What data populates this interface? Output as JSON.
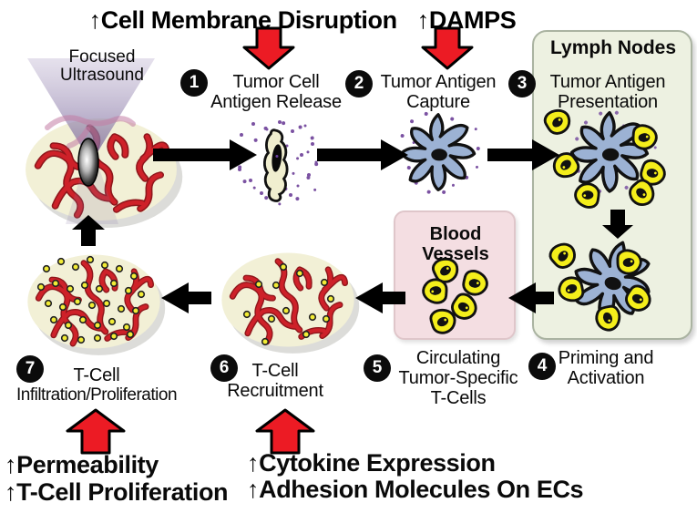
{
  "title": {
    "part1": "↑Cell Membrane Disruption",
    "part2": "↑DAMPS"
  },
  "fus": {
    "line1": "Focused",
    "line2": "Ultrasound"
  },
  "regions": {
    "lymph_nodes": "Lymph Nodes",
    "blood_line1": "Blood",
    "blood_line2": "Vessels"
  },
  "steps": [
    {
      "number": "1",
      "lines": [
        "Tumor Cell",
        "Antigen Release"
      ]
    },
    {
      "number": "2",
      "lines": [
        "Tumor Antigen",
        "Capture"
      ]
    },
    {
      "number": "3",
      "lines": [
        "Tumor Antigen",
        "Presentation"
      ]
    },
    {
      "number": "4",
      "lines": [
        "Priming and",
        "Activation"
      ]
    },
    {
      "number": "5",
      "lines": [
        "Circulating",
        "Tumor-Specific",
        "T-Cells"
      ]
    },
    {
      "number": "6",
      "lines": [
        "T-Cell",
        "Recruitment"
      ]
    },
    {
      "number": "7",
      "lines": [
        "T-Cell",
        "Infiltration/Proliferation"
      ]
    }
  ],
  "effects": {
    "bottom_left_line1": "↑Permeability",
    "bottom_left_line2": "↑T-Cell Proliferation",
    "bottom_right_line1": "↑Cytokine Expression",
    "bottom_right_line2": "↑Adhesion Molecules On ECs"
  },
  "colors": {
    "arrow_red": "#ec1b24",
    "arrow_black": "#000000",
    "lymph_box_fill": "#edf1e1",
    "blood_box_fill": "#f4dee2",
    "dendritic_cell_blue": "#9cb2d4",
    "tcell_yellow": "#f4ee1b",
    "vessel_red": "#ce2129",
    "tumor_fill": "#f2f0d6",
    "antigen_purple": "#7b52a2",
    "ultrasound_cone_lavender": "#a89cc0"
  }
}
